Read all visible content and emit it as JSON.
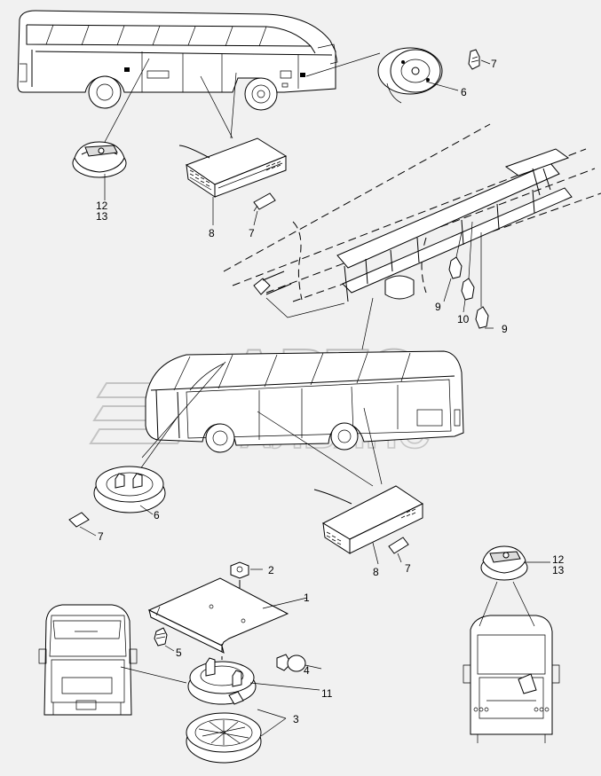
{
  "watermark": {
    "line1": "АВТО",
    "line2": "АЛЬЯНС"
  },
  "callouts": [
    {
      "id": "c6a",
      "text": "6"
    },
    {
      "id": "c7a",
      "text": "7"
    },
    {
      "id": "c12a",
      "text": "12"
    },
    {
      "id": "c13a",
      "text": "13"
    },
    {
      "id": "c8a",
      "text": "8"
    },
    {
      "id": "c7b",
      "text": "7"
    },
    {
      "id": "c9a",
      "text": "9"
    },
    {
      "id": "c10",
      "text": "10"
    },
    {
      "id": "c9b",
      "text": "9"
    },
    {
      "id": "c6b",
      "text": "6"
    },
    {
      "id": "c7c",
      "text": "7"
    },
    {
      "id": "c8b",
      "text": "8"
    },
    {
      "id": "c7d",
      "text": "7"
    },
    {
      "id": "c12b",
      "text": "12"
    },
    {
      "id": "c13b",
      "text": "13"
    },
    {
      "id": "c2",
      "text": "2"
    },
    {
      "id": "c1",
      "text": "1"
    },
    {
      "id": "c5",
      "text": "5"
    },
    {
      "id": "c4",
      "text": "4"
    },
    {
      "id": "c11",
      "text": "11"
    },
    {
      "id": "c3",
      "text": "3"
    }
  ]
}
